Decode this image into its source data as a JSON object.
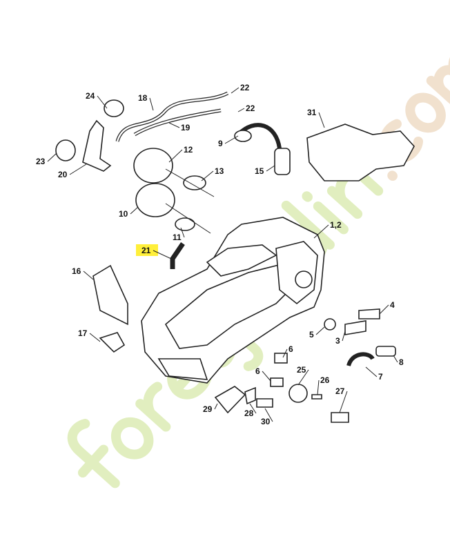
{
  "diagram": {
    "highlight_color": "#ffef3a",
    "highlighted_part": "21",
    "labels": [
      "24",
      "18",
      "22",
      "22",
      "19",
      "9",
      "31",
      "23",
      "20",
      "12",
      "13",
      "15",
      "10",
      "1,2",
      "11",
      "21",
      "16",
      "4",
      "5",
      "3",
      "17",
      "6",
      "6",
      "8",
      "7",
      "25",
      "26",
      "27",
      "29",
      "28",
      "30"
    ],
    "watermark": {
      "text_main": "foretjardin",
      "text_suffix": ".com",
      "color_a": "#c8e08a",
      "color_b": "#e6c9a6"
    }
  }
}
